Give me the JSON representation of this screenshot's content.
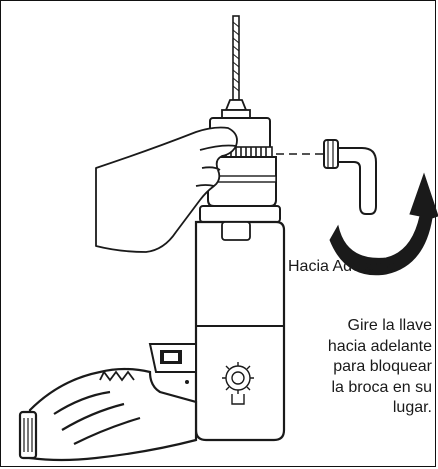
{
  "labels": {
    "direction": "Hacia Adelante"
  },
  "instructions": {
    "line1": "Gire la llave",
    "line2": "hacia adelante",
    "line3": "para bloquear",
    "line4": "la broca en su",
    "line5": "lugar."
  },
  "colors": {
    "ink": "#1a1a1a",
    "background": "#ffffff"
  },
  "icons": {
    "chuck_key": "chuck-key-icon",
    "rotation_arrow": "curved-arrow-icon",
    "brand_emblem": "brand-emblem-icon"
  }
}
